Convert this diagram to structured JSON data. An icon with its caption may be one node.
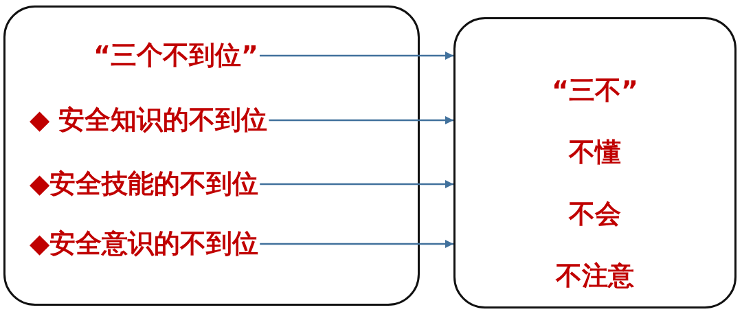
{
  "diagram": {
    "nodes": [
      {
        "text": [],
        "shape": "box"
      },
      {
        "text": [
          "“三个不到位”"
        ],
        "in": 0
      },
      {
        "text": [
          "◆ 安全知识的不到位"
        ],
        "in": 0
      },
      {
        "text": [
          "◆安全技能的不到位"
        ],
        "in": 0
      },
      {
        "text": [
          "◆安全意识的不到位"
        ],
        "in": 0
      },
      {
        "text": [
          "“三不”",
          "不懂",
          "不会",
          "不注意"
        ]
      }
    ],
    "edges": [
      {
        "from": 1,
        "to": 5,
        "arrow": "to"
      },
      {
        "from": 2,
        "to": 5,
        "arrow": "to"
      },
      {
        "from": 3,
        "to": 5,
        "arrow": "to"
      },
      {
        "from": 4,
        "to": 5,
        "arrow": "to"
      }
    ]
  }
}
